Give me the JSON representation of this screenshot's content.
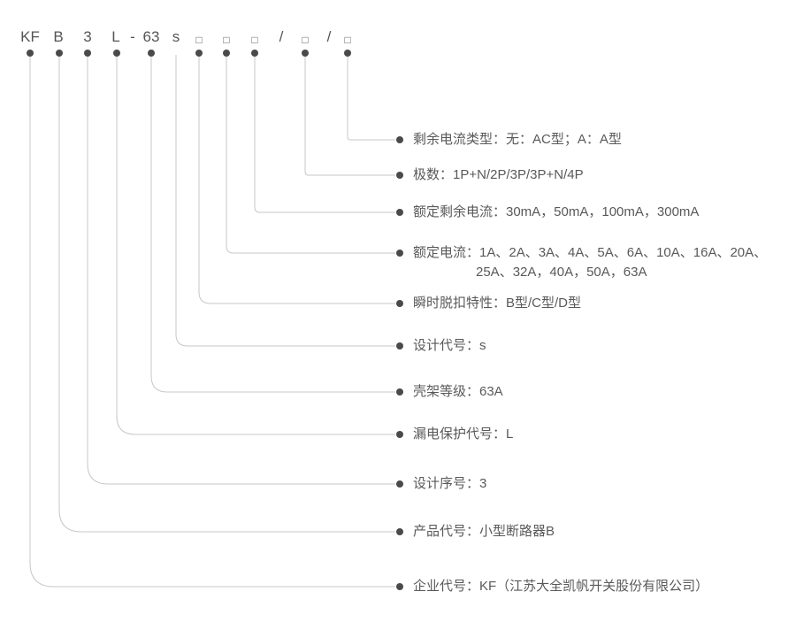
{
  "diagram": {
    "colors": {
      "background": "#ffffff",
      "code_text": "#555555",
      "label_text": "#595959",
      "dot": "#4a4a4a",
      "line": "#c7c7c7"
    },
    "code_row": {
      "segments": [
        {
          "text": "KF"
        },
        {
          "text": "B"
        },
        {
          "text": "3"
        },
        {
          "text": "L"
        },
        {
          "text": "-"
        },
        {
          "text": "63"
        },
        {
          "text": "s"
        },
        {
          "text": "□"
        },
        {
          "text": "□"
        },
        {
          "text": "□"
        },
        {
          "text": "/"
        },
        {
          "text": "□"
        },
        {
          "text": "/"
        },
        {
          "text": "□"
        }
      ]
    },
    "labels": [
      {
        "text": "剩余电流类型：无：AC型；A：A型"
      },
      {
        "text": "极数：1P+N/2P/3P/3P+N/4P"
      },
      {
        "text": "额定剩余电流：30mA，50mA，100mA，300mA"
      },
      {
        "text": "额定电流：1A、2A、3A、4A、5A、6A、10A、16A、20A、",
        "text2": "25A、32A，40A，50A，63A"
      },
      {
        "text": "瞬时脱扣特性：B型/C型/D型"
      },
      {
        "text": "设计代号：s"
      },
      {
        "text": "壳架等级：63A"
      },
      {
        "text": "漏电保护代号：L"
      },
      {
        "text": "设计序号：3"
      },
      {
        "text": "产品代号：小型断路器B"
      },
      {
        "text": "企业代号：KF（江苏大全凯帆开关股份有限公司）"
      }
    ]
  }
}
